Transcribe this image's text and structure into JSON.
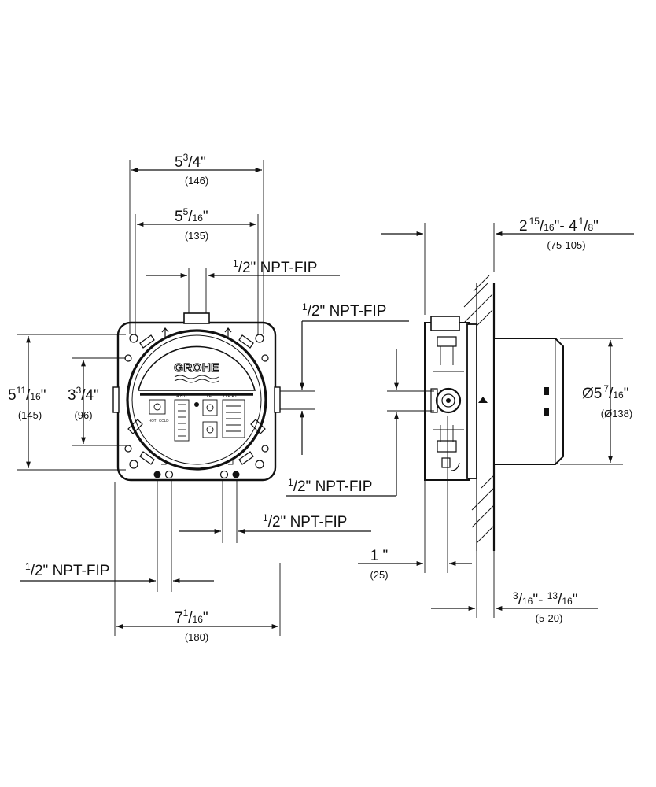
{
  "brand": {
    "logo_text": "GROHE"
  },
  "labels": {
    "hot": "HOT",
    "cold": "COLD",
    "ports_abc": "A B C",
    "ports_de": "D E",
    "ports_defac": "D E A C"
  },
  "dims": {
    "top_width": {
      "whole": "5",
      "num": "3",
      "den": "4",
      "unit": "\"",
      "mm": "(146)"
    },
    "inner_width": {
      "whole": "5",
      "num": "5",
      "den": "16",
      "unit": "\"",
      "mm": "(135)"
    },
    "top_npt": {
      "num": "1",
      "den": "2",
      "text": "\" NPT-FIP"
    },
    "right_npt": {
      "num": "1",
      "den": "2",
      "text": "\" NPT-FIP"
    },
    "height_left": {
      "whole": "5",
      "num": "11",
      "den": "16",
      "unit": "\"",
      "mm": "(145)"
    },
    "height_inner": {
      "whole": "3",
      "num": "3",
      "den": "4",
      "unit": "\"",
      "mm": "(96)"
    },
    "side_npt": {
      "num": "1",
      "den": "2",
      "text": "\" NPT-FIP"
    },
    "bottom_npt_r": {
      "num": "1",
      "den": "2",
      "text": "\" NPT-FIP"
    },
    "bottom_npt_l": {
      "num": "1",
      "den": "2",
      "text": "\" NPT-FIP"
    },
    "bottom_width": {
      "whole": "7",
      "num": "1",
      "den": "16",
      "unit": "\"",
      "mm": "(180)"
    },
    "depth_range": {
      "whole_a": "2",
      "num_a": "15",
      "den_a": "16",
      "sep": "\"- ",
      "whole_b": "4",
      "num_b": "1",
      "den_b": "8",
      "unit": "\"",
      "mm": "(75-105)"
    },
    "diameter": {
      "prefix": "Ø5",
      "num": "7",
      "den": "16",
      "unit": "\"",
      "mm": "(Ø138)"
    },
    "plaster_depth": {
      "text": "1 \"",
      "mm": "(25)"
    },
    "wall_range": {
      "num_a": "3",
      "den_a": "16",
      "sep": "\"- ",
      "num_b": "13",
      "den_b": "16",
      "unit": "\"",
      "mm": "(5-20)"
    }
  }
}
